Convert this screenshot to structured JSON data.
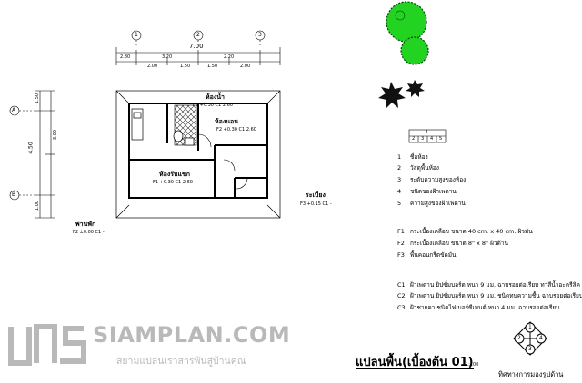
{
  "dimensions": {
    "total": "7.00",
    "top_segments": [
      "2.80",
      "3.20",
      "2.20"
    ],
    "sub_segments": [
      "2.00",
      "1.50",
      "1.50",
      "2.00"
    ],
    "left_total": "4.50",
    "left_segments": [
      "1.50",
      "3.00",
      "1.00"
    ]
  },
  "grid": {
    "cols": [
      "1",
      "2",
      "3"
    ],
    "rows": [
      "A",
      "B"
    ]
  },
  "rooms": {
    "bath": {
      "name": "ห้องน้ำ",
      "tag": "F2 +0.30 C1 2.60"
    },
    "bedroom": {
      "name": "ห้องนอน",
      "tag": "F2 +0.30 C1 2.60"
    },
    "living": {
      "name": "ห้องรับแขก",
      "tag": "F1 +0.30 C1 2.60"
    },
    "terrace": {
      "name": "พานพัก",
      "tag": "F2 ±0.00 C1 -"
    },
    "porch": {
      "name": "ระเบียง",
      "tag": "F3 +0.15 C1 -"
    }
  },
  "legend": {
    "key_box": {
      "top": "1",
      "bottom": [
        "2",
        "3",
        "4",
        "5"
      ]
    },
    "key_items": [
      {
        "num": "1",
        "text": "ชื่อห้อง"
      },
      {
        "num": "2",
        "text": "วัสดุพื้นห้อง"
      },
      {
        "num": "3",
        "text": "ระดับความสูงของห้อง"
      },
      {
        "num": "4",
        "text": "ชนิดของฝ้าเพดาน"
      },
      {
        "num": "5",
        "text": "ความสูงของฝ้าเพดาน"
      }
    ],
    "floor_items": [
      {
        "code": "F1",
        "text": "กระเบื้องเคลือบ ขนาด 40 cm. x 40 cm. ผิวมัน"
      },
      {
        "code": "F2",
        "text": "กระเบื้องเคลือบ ขนาด 8\" x 8\" ผิวด้าน"
      },
      {
        "code": "F3",
        "text": "พื้นคอนกรีตขัดมัน"
      }
    ],
    "ceiling_items": [
      {
        "code": "C1",
        "text": "ฝ้าเพดาน ยิปซั่มบอร์ด หนา 9 มม. ฉาบรอยต่อเรียบ ทาสีน้ำอะครีลิค"
      },
      {
        "code": "C2",
        "text": "ฝ้าเพดาน ยิปซั่มบอร์ด หนา 9 มม. ชนิดทนความชื้น ฉาบรอยต่อเรียบ"
      },
      {
        "code": "C3",
        "text": "ฝ้าชายคา ชนิดไฟเบอร์ซีเมนต์ หนา 4 มม. ฉาบรอยต่อเรียบ"
      }
    ]
  },
  "title": "แปลนพื้น(เบื้องต้น 01)",
  "scale": "1:100",
  "compass": {
    "label": "ทิศทางการมองรูปด้าน",
    "nums": [
      "1",
      "2",
      "3",
      "4"
    ]
  },
  "brand": {
    "name": "SIAMPLAN.COM",
    "tagline": "สยามแปลนเราสารพันสู่บ้านคุณ"
  },
  "colors": {
    "tree_fill": "#22d322",
    "tree_outline": "#063e06",
    "brand_gray": "#b9b9b9",
    "hatch": "#333333"
  }
}
